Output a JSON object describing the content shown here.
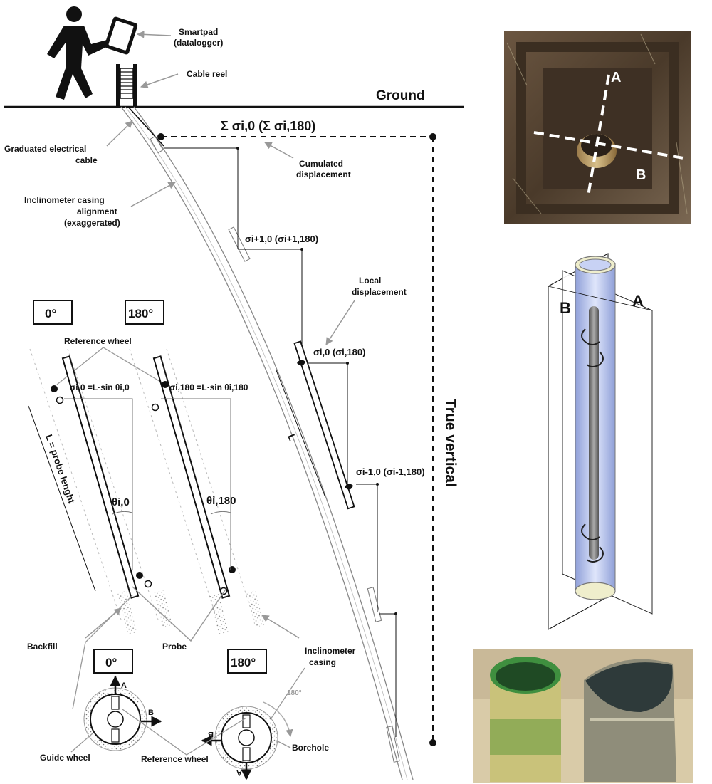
{
  "labels": {
    "smartpad": "Smartpad",
    "datalogger": "(datalogger)",
    "cable_reel": "Cable reel",
    "ground": "Ground",
    "sum_sigma": "Σ σi,0 (Σ σi,180)",
    "graduated_1": "Graduated electrical",
    "graduated_2": "cable",
    "cumulated_1": "Cumulated",
    "cumulated_2": "displacement",
    "casing_align_1": "Inclinometer casing",
    "casing_align_2": "alignment",
    "casing_align_3": "(exaggerated)",
    "sigma_i1": "σi+1,0 (σi+1,180)",
    "local_1": "Local",
    "local_2": "displacement",
    "box_0": "0°",
    "box_180": "180°",
    "ref_wheel_top": "Reference wheel",
    "sigma_i0": "σi,0 (σi,180)",
    "formula_0": "σi,0 =L·sin θi,0",
    "formula_180": "σi,180 =L·sin θi,180",
    "true_vertical": "True vertical",
    "L": "L",
    "probe_len": "L = probe lenght",
    "theta_0": "θi,0",
    "theta_180": "θi,180",
    "sigma_im1": "σi-1,0 (σi-1,180)",
    "backfill": "Backfill",
    "probe": "Probe",
    "box_0_b": "0°",
    "box_180_b": "180°",
    "inclino_1": "Inclinometer",
    "inclino_2": "casing",
    "deg180": "180°",
    "guide_wheel": "Guide wheel",
    "ref_wheel_bot": "Reference wheel",
    "borehole": "Borehole",
    "axis_A": "A",
    "axis_B": "B",
    "axis_A_r": "A",
    "axis_B_r": "B",
    "photo_A": "A",
    "photo_B": "B",
    "model_A": "A",
    "model_B": "B"
  },
  "colors": {
    "line": "#111111",
    "thin": "#777777",
    "casing_blue": "#b9c6ee",
    "casing_yellow": "#efeecc",
    "soil": "#5a4632"
  },
  "icons": {
    "person": "walking-person-icon",
    "tablet": "tablet-icon",
    "reel": "cable-reel-icon"
  }
}
